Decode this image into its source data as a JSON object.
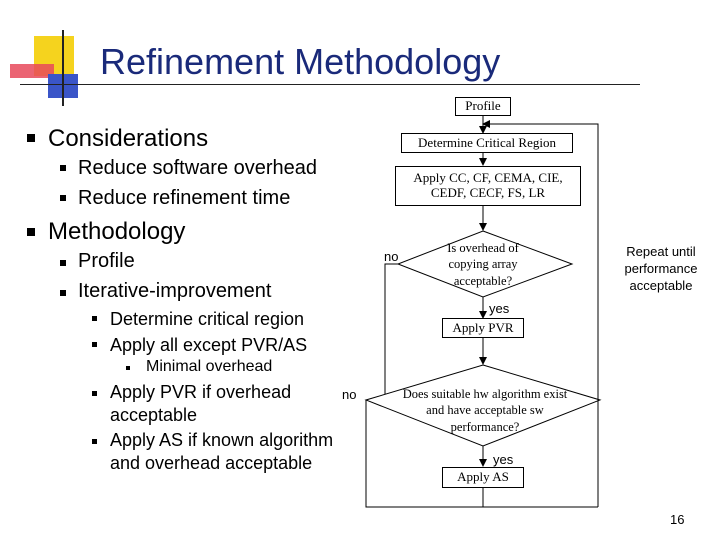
{
  "slide": {
    "title": "Refinement Methodology",
    "page_number": "16",
    "accent_colors": {
      "yellow": "#f5d31e",
      "red": "#e8495b",
      "blue": "#3a55c8",
      "title_text": "#1a2a7a"
    }
  },
  "bullets": {
    "considerations": {
      "label": "Considerations",
      "items": [
        "Reduce software overhead",
        "Reduce refinement time"
      ]
    },
    "methodology": {
      "label": "Methodology",
      "items": [
        "Profile",
        "Iterative-improvement"
      ],
      "sub_items": [
        "Determine critical region",
        "Apply all except PVR/AS"
      ],
      "sub_sub_items": [
        "Minimal overhead"
      ],
      "more_items": [
        "Apply PVR if overhead acceptable",
        "Apply AS if known algorithm and overhead acceptable"
      ]
    }
  },
  "flowchart": {
    "profile": "Profile",
    "determine": "Determine Critical Region",
    "apply_all": "Apply CC, CF, CEMA, CIE, CEDF, CECF, FS, LR",
    "decision1": "Is overhead of copying array acceptable?",
    "no1": "no",
    "yes1": "yes",
    "apply_pvr": "Apply PVR",
    "decision2": "Does suitable hw algorithm exist and have acceptable sw performance?",
    "no2": "no",
    "yes2": "yes",
    "apply_as": "Apply AS",
    "repeat": "Repeat until performance acceptable"
  }
}
